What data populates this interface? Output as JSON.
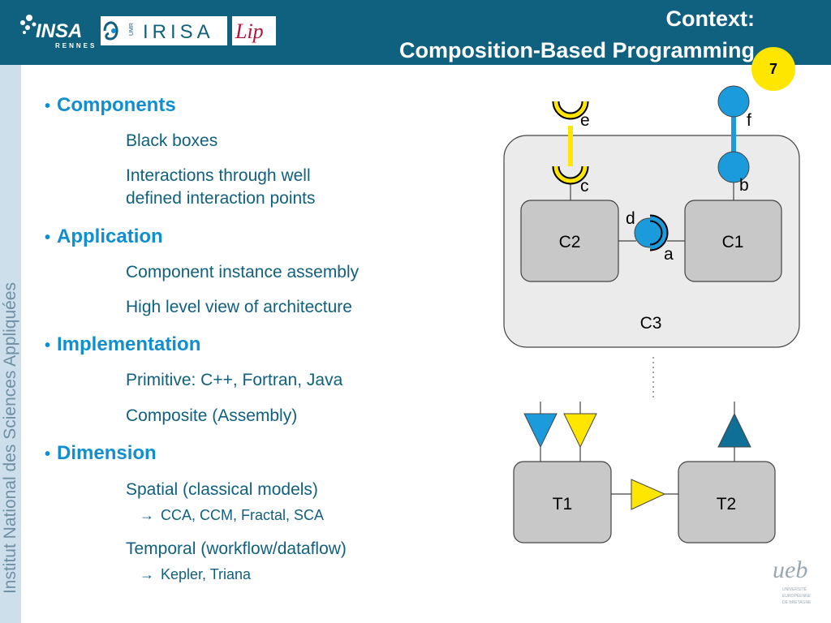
{
  "header": {
    "logos": {
      "insa": {
        "name": "INSA",
        "sub": "RENNES"
      },
      "irisa": {
        "umr": "UMR",
        "name": "IRISA"
      },
      "lip": {
        "name": "Lip"
      }
    },
    "title_line1": "Context:",
    "title_line2": "Composition-Based Programming",
    "slide_number": "7"
  },
  "side_label": "Institut National des Sciences Appliquées",
  "content": {
    "sections": [
      {
        "heading": "Components",
        "items": [
          "Black boxes",
          "Interactions through well",
          "defined interaction points"
        ]
      },
      {
        "heading": "Application",
        "items": [
          "Component instance assembly",
          "High level view of architecture"
        ]
      },
      {
        "heading": "Implementation",
        "items": [
          "Primitive: C++, Fortran, Java",
          "Composite (Assembly)"
        ]
      },
      {
        "heading": "Dimension",
        "items": [
          "Spatial (classical models)",
          "CCA, CCM, Fractal, SCA",
          "Temporal (workflow/dataflow)",
          "Kepler, Triana"
        ]
      }
    ]
  },
  "diagram_top": {
    "composite_label": "C3",
    "components": [
      "C2",
      "C1"
    ],
    "ports": {
      "e": "e",
      "f": "f",
      "c": "c",
      "b": "b",
      "d": "d",
      "a": "a"
    }
  },
  "diagram_bottom": {
    "tasks": [
      "T1",
      "T2"
    ]
  },
  "footer_logo": {
    "name": "ueb",
    "lines": [
      "UNIVERSITÉ",
      "EUROPÉENNE",
      "DE BRETAGNE"
    ]
  },
  "colors": {
    "header_bg": "#10607f",
    "side_band": "#ccdfeb",
    "heading": "#0f8fd0",
    "body_text": "#10607f",
    "badge": "#ffe600",
    "port_blue": "#1c9bdc",
    "port_dark": "#0f6f96",
    "port_yellow": "#ffe600",
    "component_fill": "#c8c8c8",
    "composite_fill": "#ebebeb"
  }
}
